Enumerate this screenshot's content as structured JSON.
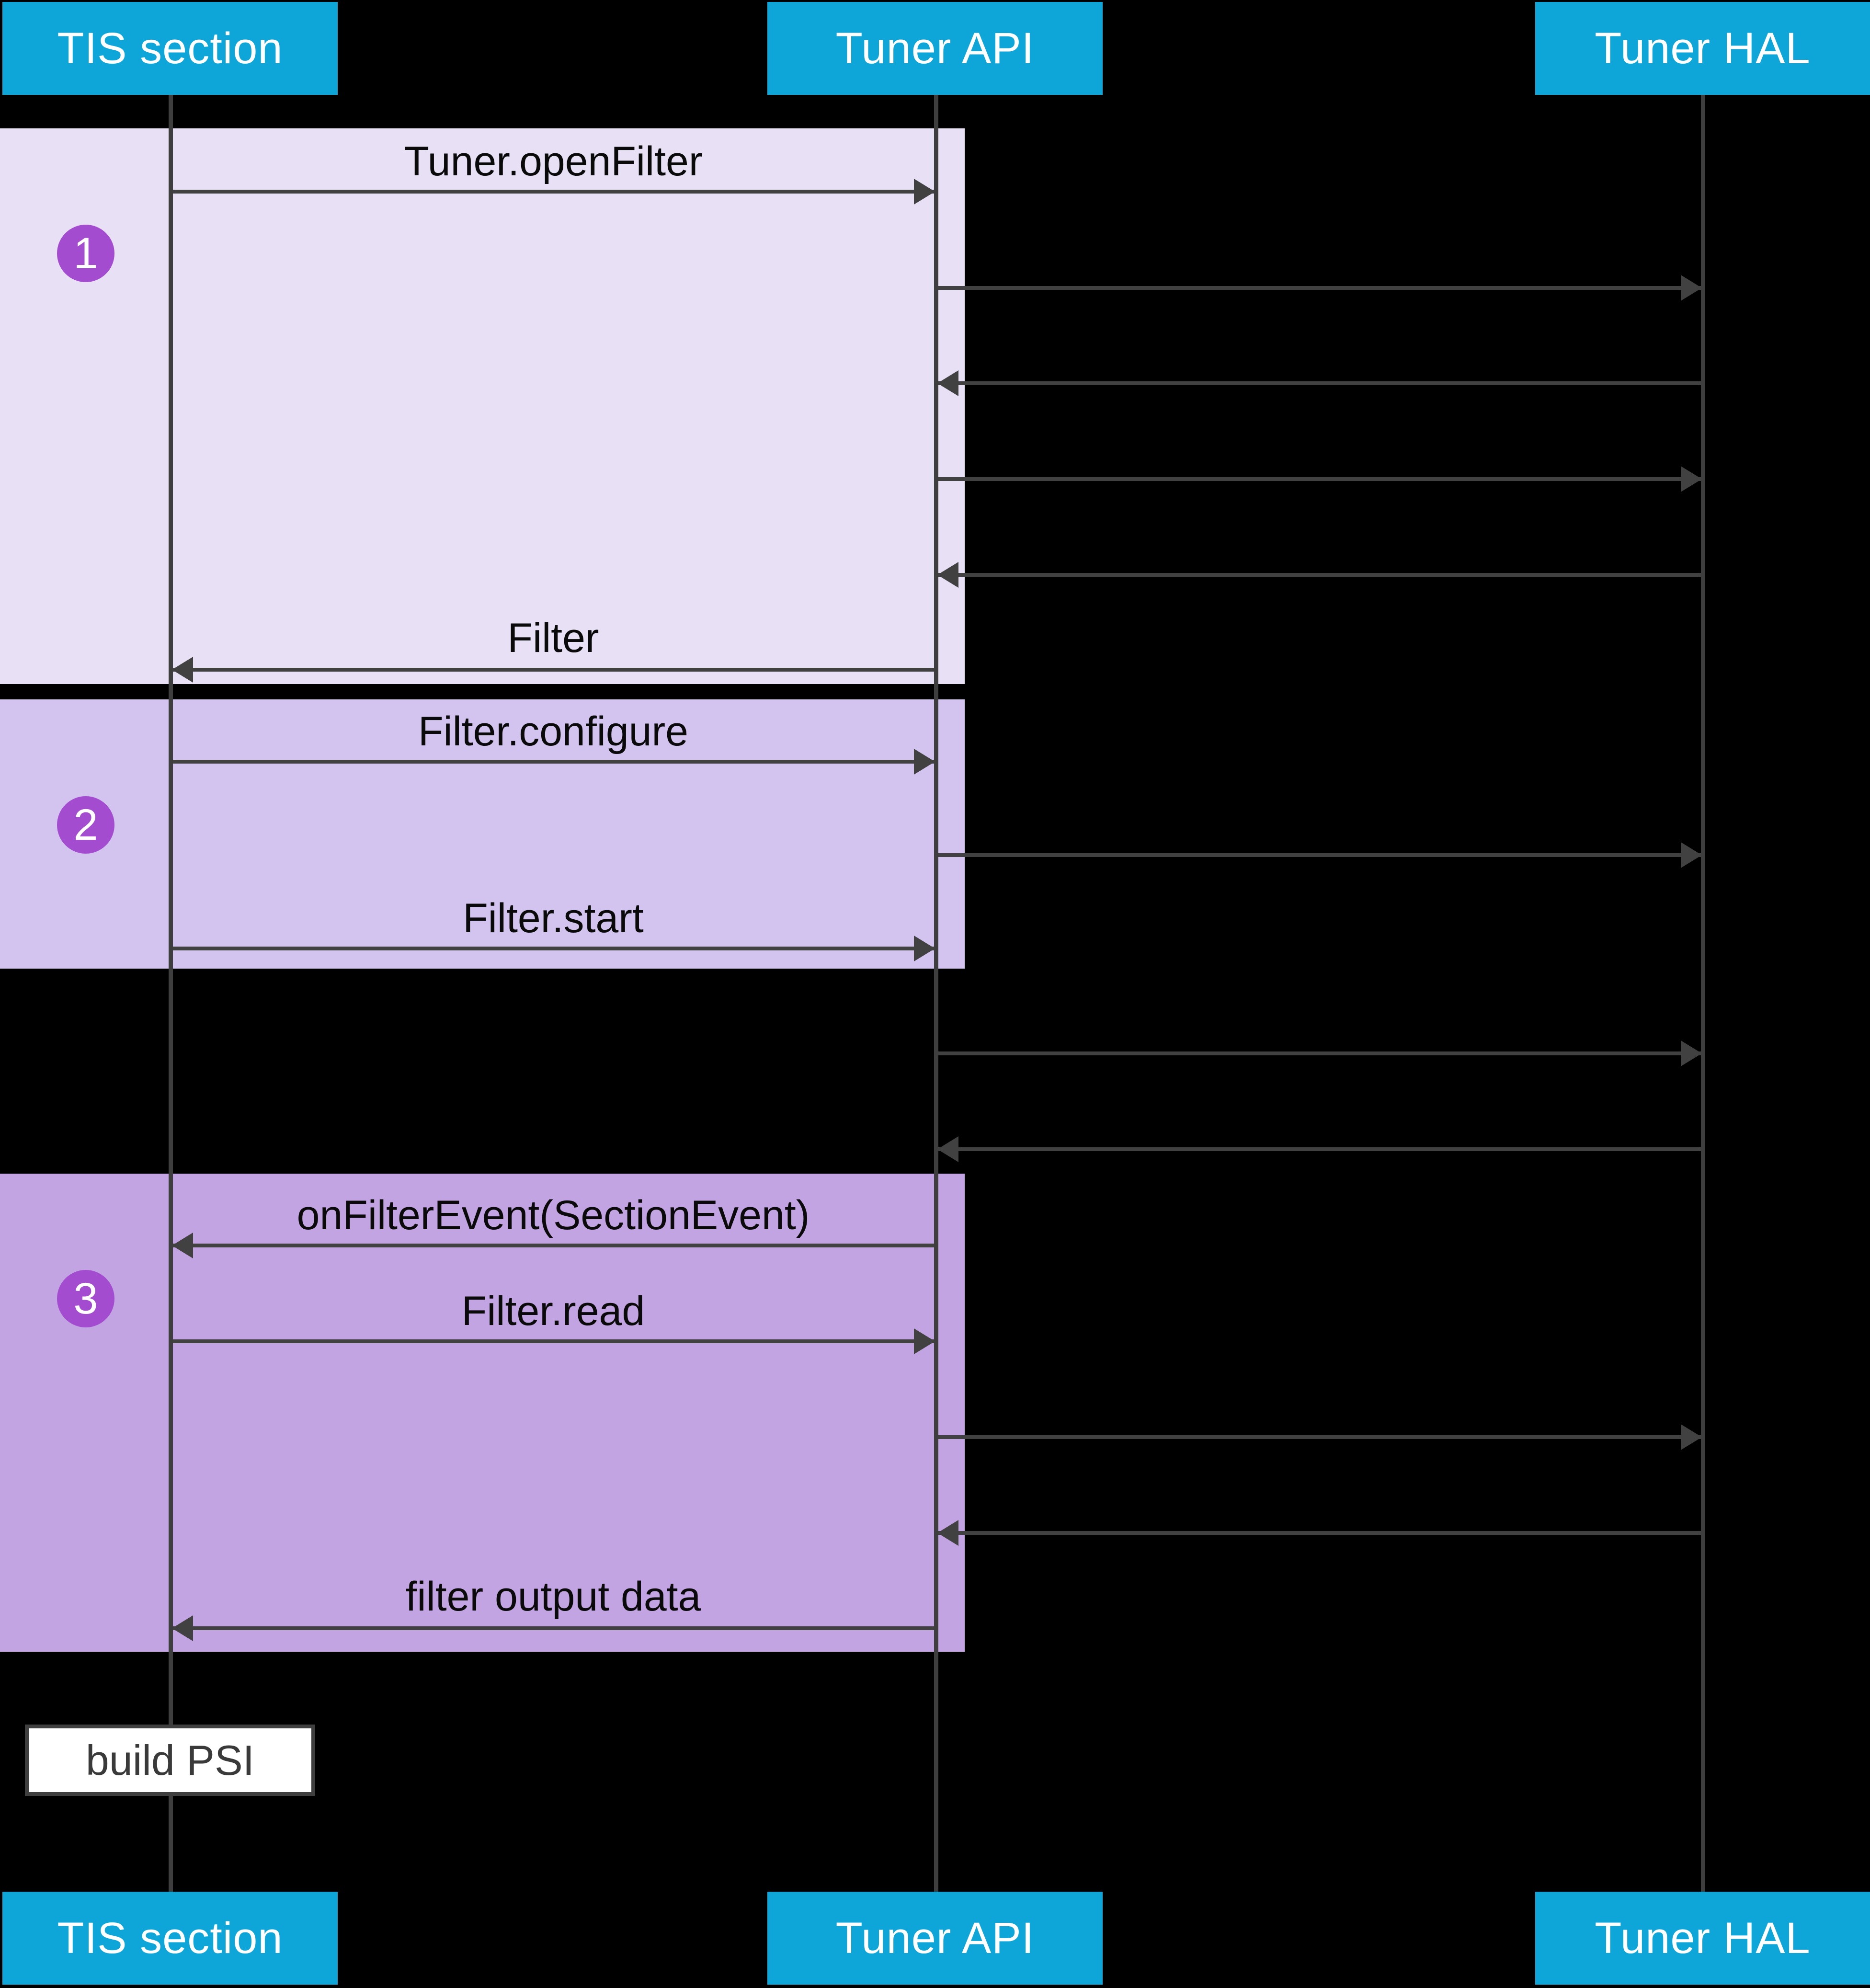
{
  "diagram": {
    "type": "sequence-diagram",
    "participants_top": [
      "TIS section",
      "Tuner API",
      "Tuner HAL"
    ],
    "participants_bottom": [
      "TIS section",
      "Tuner API",
      "Tuner HAL"
    ],
    "steps": [
      {
        "number": "1"
      },
      {
        "number": "2"
      },
      {
        "number": "3"
      }
    ],
    "labels": {
      "open_filter": "Tuner.openFilter",
      "filter_return": "Filter",
      "configure": "Filter.configure",
      "start": "Filter.start",
      "on_filter_event": "onFilterEvent(SectionEvent)",
      "read": "Filter.read",
      "output": "filter output data"
    },
    "note": "build PSI",
    "colors": {
      "background": "#000000",
      "participant_header": "#0EA6D8",
      "participant_text": "#FFFFFF",
      "step1_bg": "#E8E0F5",
      "step2_bg": "#D3C3EF",
      "step3_bg": "#C3A4E3",
      "step_badge": "#A44CD0",
      "arrow_line": "#414141",
      "lifeline": "#3E3E3E",
      "label_text": "#0A0A0A",
      "note_bg": "#FFFFFF",
      "note_border": "#3F3F3F"
    }
  }
}
